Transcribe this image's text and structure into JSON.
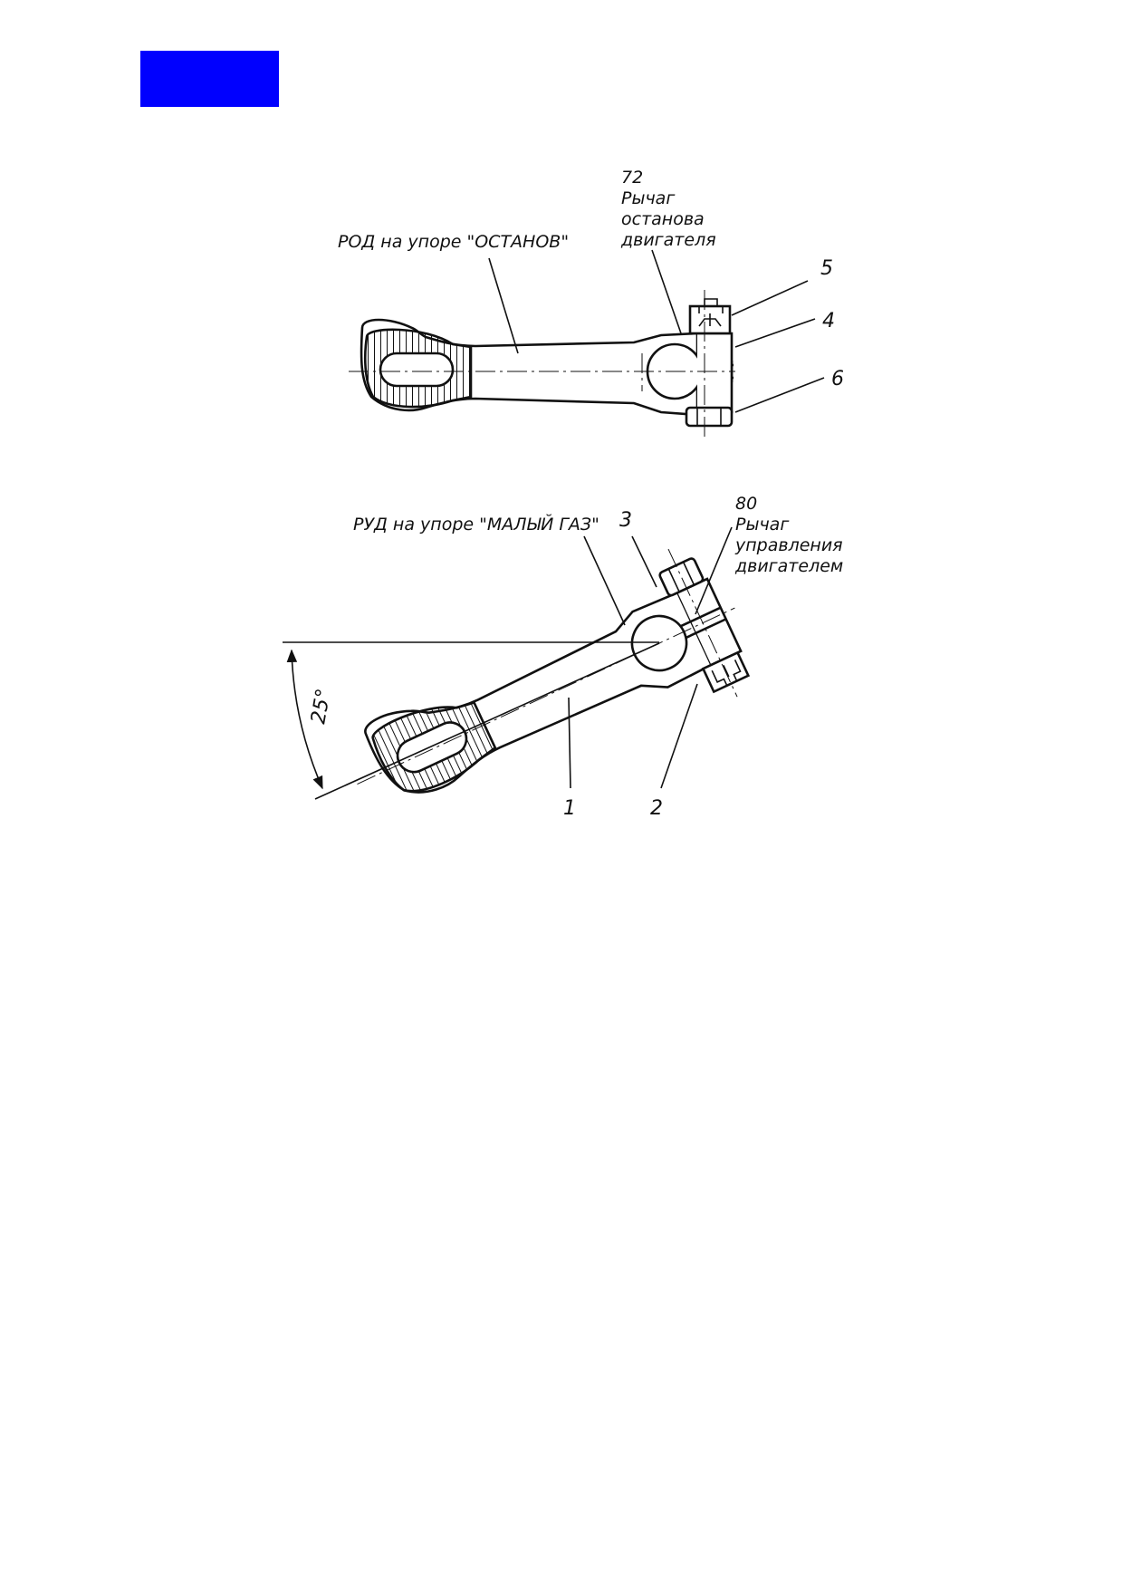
{
  "colors": {
    "block": "#0000ff",
    "ink": "#111111",
    "paper": "#ffffff"
  },
  "top_view": {
    "label_rod": "РОД на упоре \"ОСТАНОВ\"",
    "part_number": "72",
    "part_name_1": "Рычаг",
    "part_name_2": "останова",
    "part_name_3": "двигателя",
    "callouts": [
      "5",
      "4",
      "6"
    ]
  },
  "bottom_view": {
    "label_rud": "РУД на упоре \"МАЛЫЙ ГАЗ\"",
    "callout_3": "3",
    "part_number": "80",
    "part_name_1": "Рычаг",
    "part_name_2": "управления",
    "part_name_3": "двигателем",
    "angle": "25°",
    "callout_1": "1",
    "callout_2": "2"
  }
}
